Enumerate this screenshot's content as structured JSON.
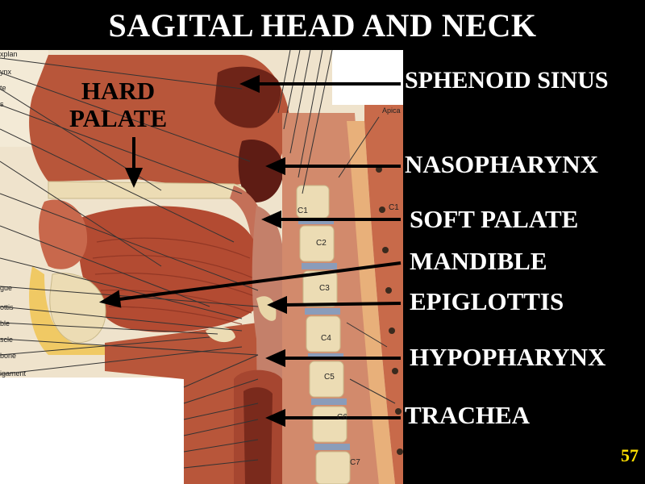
{
  "title": "SAGITAL HEAD AND NECK",
  "hard_palate": {
    "line1": "HARD",
    "line2": "PALATE"
  },
  "labels": {
    "sphenoid_sinus": "SPHENOID SINUS",
    "nasopharynx": "NASOPHARYNX",
    "soft_palate": "SOFT PALATE",
    "mandible": "MANDIBLE",
    "epiglottis": "EPIGLOTTIS",
    "hypopharynx": "HYPOPHARYNX",
    "trachea": "TRACHEA"
  },
  "page_number": "57",
  "edge_fragments": [
    "xplan",
    "ynx",
    "te",
    "s",
    "gue",
    "ottis",
    "ble",
    "scle",
    "bone",
    "igament",
    "Apica"
  ],
  "vertebra_labels": [
    "C1",
    "C1",
    "C2",
    "C3",
    "C4",
    "C5",
    "C6",
    "C7"
  ],
  "colors": {
    "background": "#000000",
    "label_text": "#ffffff",
    "page_number": "#ffe000",
    "tissue": "#b8563a",
    "bone": "#ecdcb4",
    "mucosa": "#c47058"
  }
}
